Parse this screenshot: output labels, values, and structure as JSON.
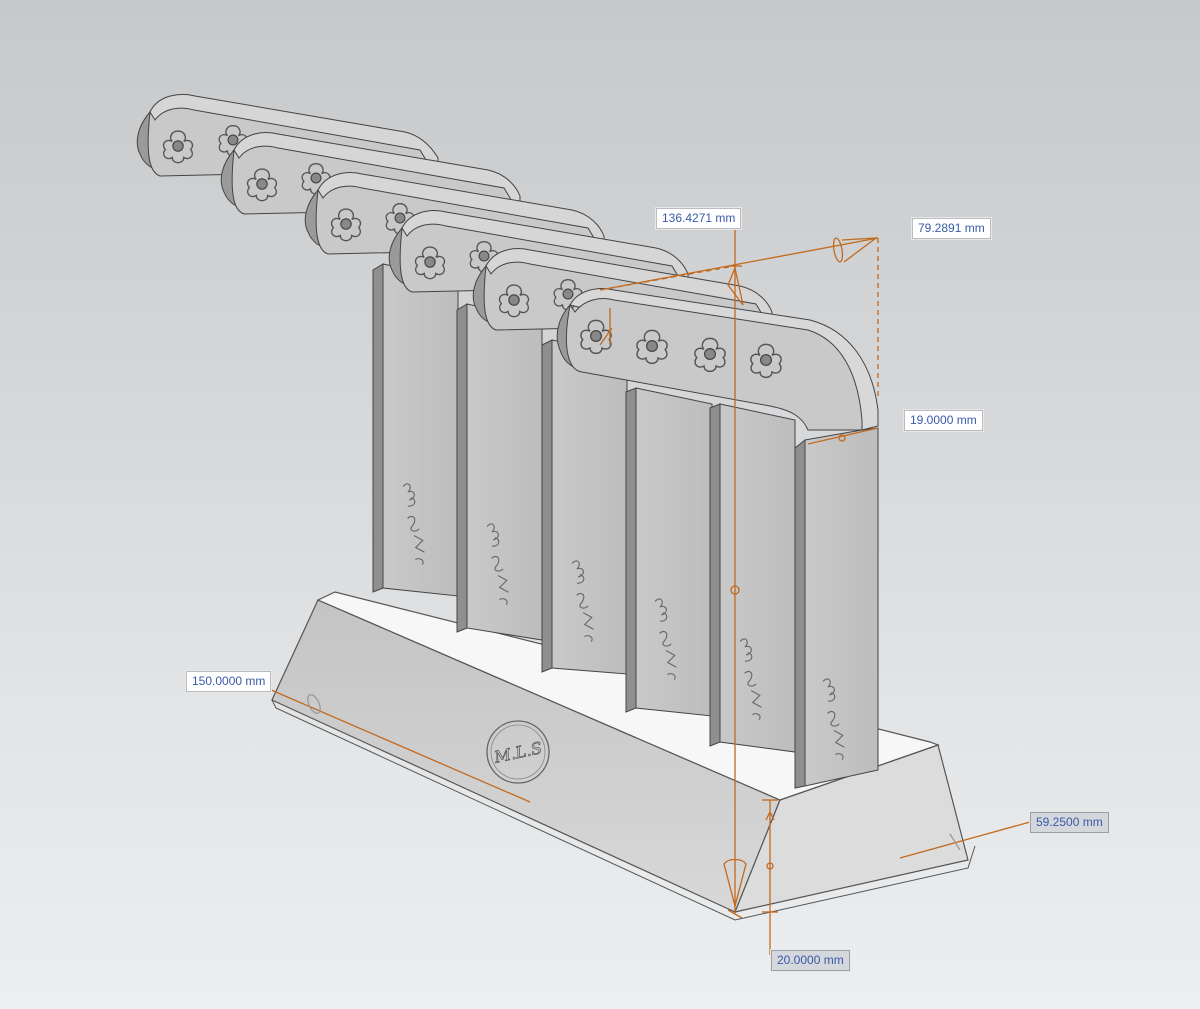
{
  "viewport": {
    "model_color": "#cdcdcd",
    "dimension_color": "#c26a1e",
    "label_text_color": "#3a5aa8",
    "logo_text": "M.L.S",
    "stem_engraving": "Mel"
  },
  "dimensions": {
    "height": "136.4271 mm",
    "depth": "79.2891 mm",
    "thickness": "19.0000 mm",
    "length": "150.0000 mm",
    "width": "59.2500 mm",
    "base_height": "20.0000 mm"
  }
}
